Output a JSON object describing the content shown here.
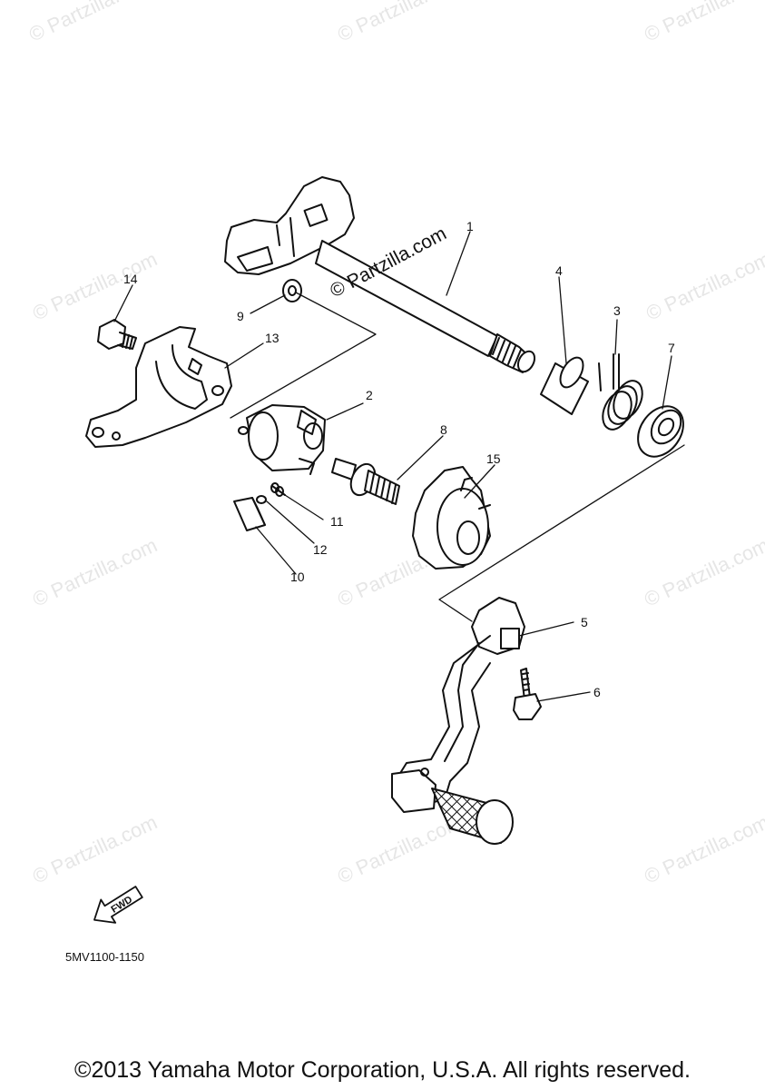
{
  "watermark": "© Partzilla.com",
  "watermark_center": "© Partzilla.com",
  "callouts": [
    "1",
    "2",
    "3",
    "4",
    "5",
    "6",
    "7",
    "8",
    "9",
    "10",
    "11",
    "12",
    "13",
    "14",
    "15"
  ],
  "fwd_label": "FWD",
  "ref_code": "5MV1100-1150",
  "copyright": "©2013 Yamaha Motor Corporation, U.S.A. All rights reserved."
}
